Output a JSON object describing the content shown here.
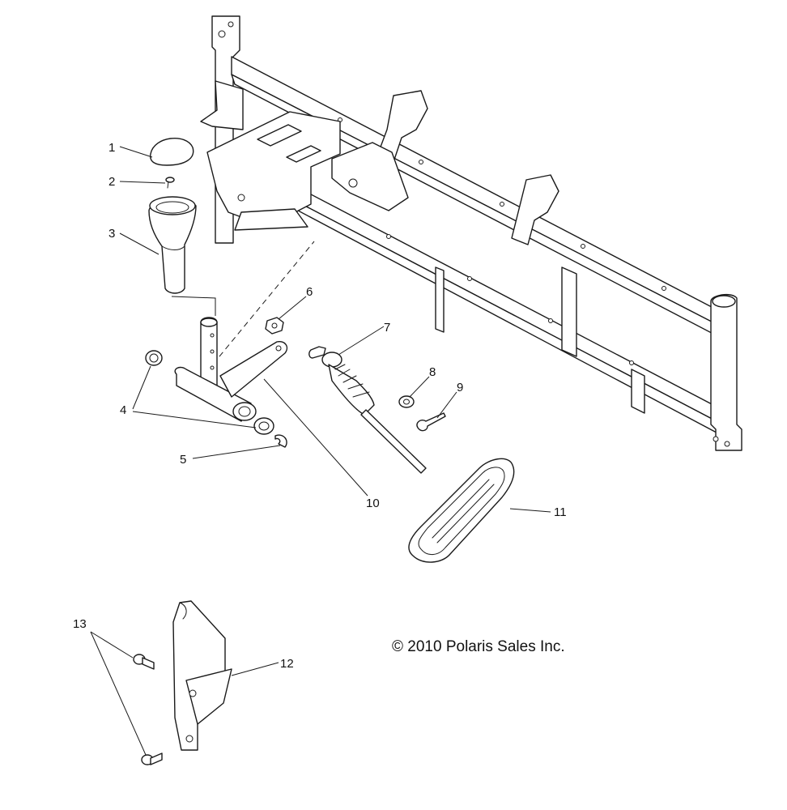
{
  "callouts": [
    {
      "id": "1",
      "label": "1"
    },
    {
      "id": "2",
      "label": "2"
    },
    {
      "id": "3",
      "label": "3"
    },
    {
      "id": "4",
      "label": "4"
    },
    {
      "id": "5",
      "label": "5"
    },
    {
      "id": "6",
      "label": "6"
    },
    {
      "id": "7",
      "label": "7"
    },
    {
      "id": "8",
      "label": "8"
    },
    {
      "id": "9",
      "label": "9"
    },
    {
      "id": "10",
      "label": "10"
    },
    {
      "id": "11",
      "label": "11"
    },
    {
      "id": "12",
      "label": "12"
    },
    {
      "id": "13",
      "label": "13"
    }
  ],
  "copyright": "© 2010 Polaris Sales Inc."
}
